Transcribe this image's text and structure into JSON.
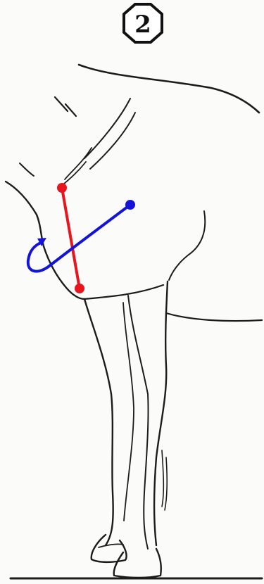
{
  "step_badge": {
    "number": "2"
  },
  "colors": {
    "outline": "#1c1c1c",
    "red_line": "#e8141e",
    "blue_line": "#1414d8",
    "background": "#fbfbfa"
  },
  "annotations": {
    "red_segment": {
      "description_icon": "straight-line-with-dot-ends"
    },
    "blue_arrow": {
      "description_icon": "line-with-curved-arrow-end"
    }
  }
}
